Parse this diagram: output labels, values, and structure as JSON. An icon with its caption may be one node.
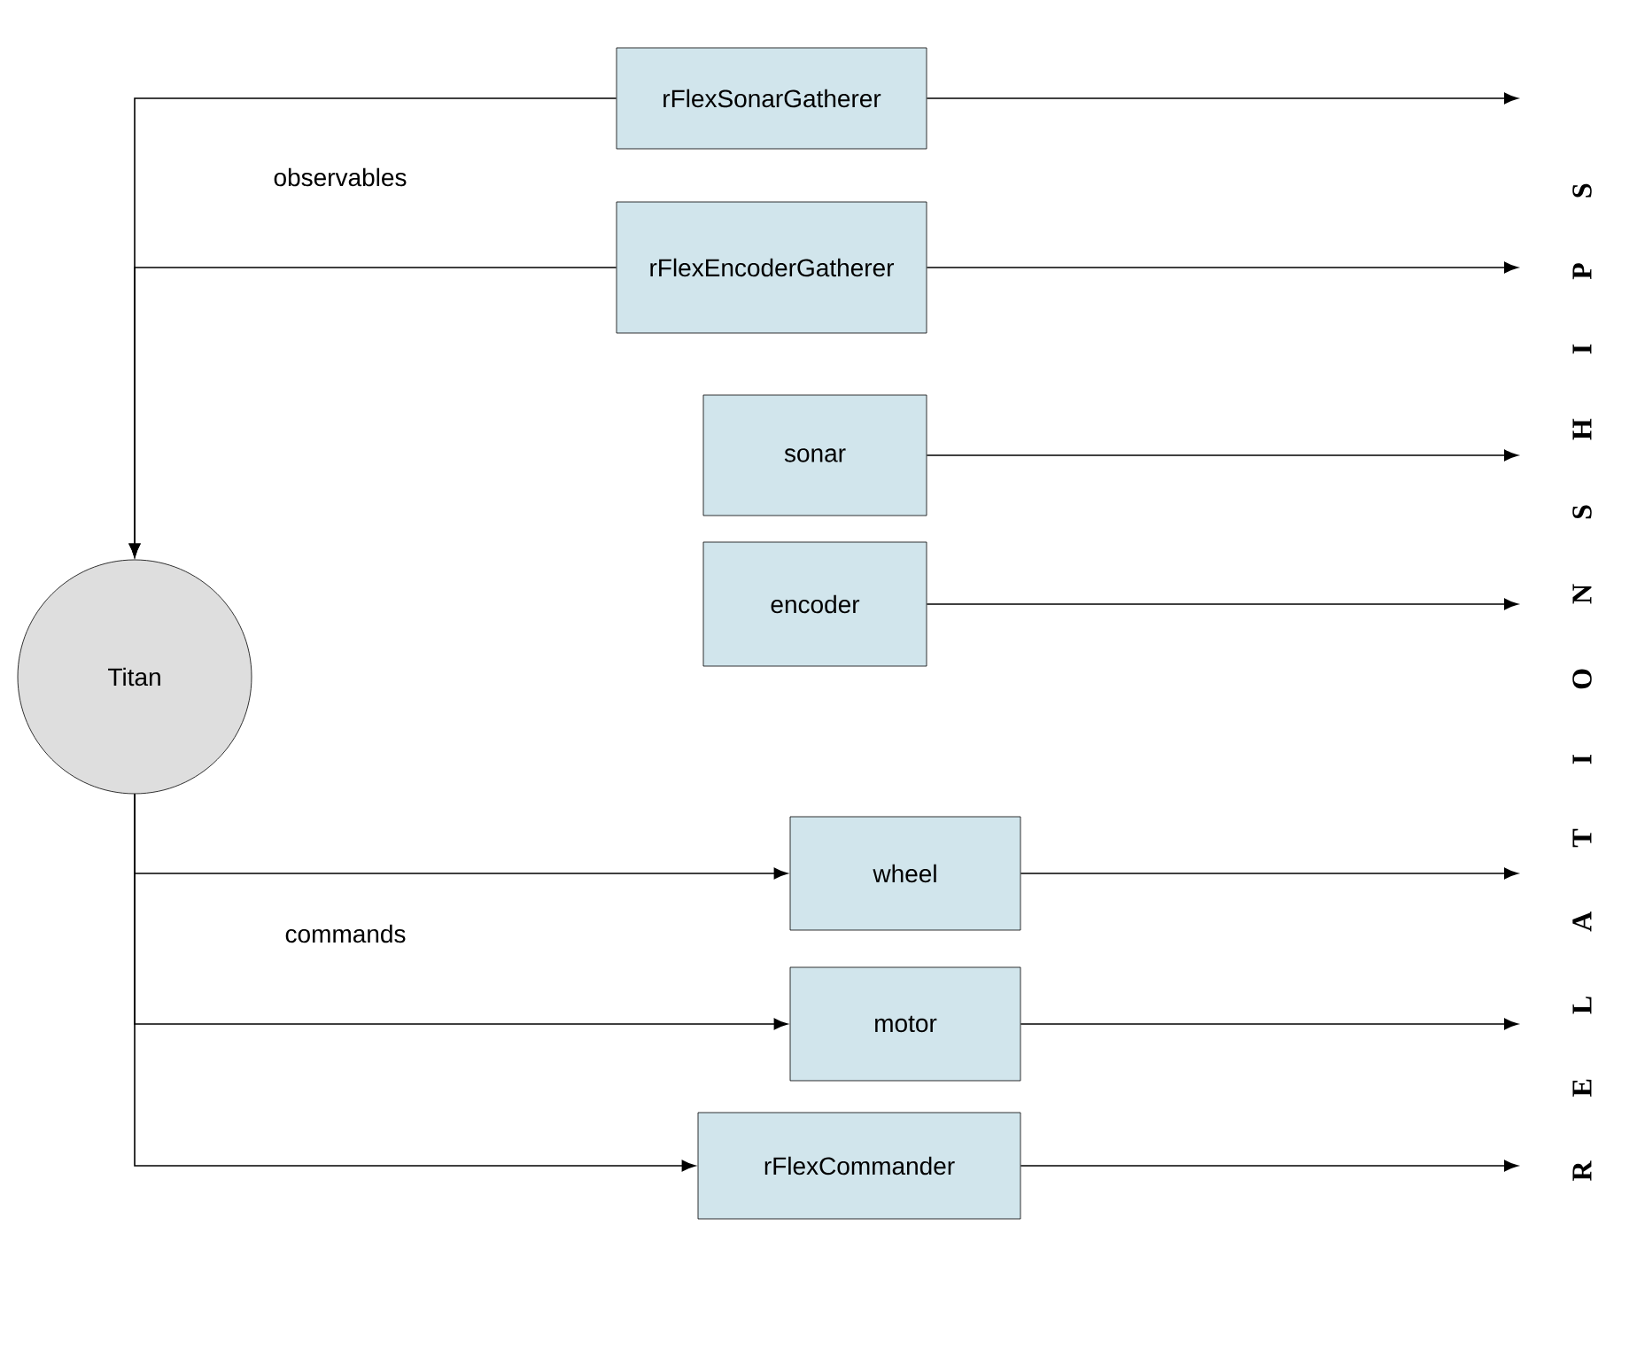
{
  "diagram": {
    "nodes": [
      {
        "text": [
          "rFlexSonarGatherer"
        ]
      },
      {
        "text": [
          "rFlexEncoderGatherer"
        ]
      },
      {
        "text": [
          "sonar"
        ]
      },
      {
        "text": [
          "encoder"
        ]
      },
      {
        "text": [
          "Titan"
        ]
      },
      {
        "text": [
          "wheel"
        ]
      },
      {
        "text": [
          "motor"
        ]
      },
      {
        "text": [
          "rFlexCommander"
        ]
      }
    ],
    "edges": [
      {
        "from": 0,
        "to": 4,
        "arrow": "to"
      },
      {
        "from": 1,
        "to": 4,
        "arrow": "to"
      },
      {
        "from": 4,
        "to": 5,
        "arrow": "to"
      },
      {
        "from": 4,
        "to": 6,
        "arrow": "to"
      },
      {
        "from": 4,
        "to": 7,
        "arrow": "to"
      },
      {
        "from": 0,
        "to": null,
        "arrow": "to"
      },
      {
        "from": 1,
        "to": null,
        "arrow": "to"
      },
      {
        "from": 2,
        "to": null,
        "arrow": "to"
      },
      {
        "from": 3,
        "to": null,
        "arrow": "to"
      },
      {
        "from": 5,
        "to": null,
        "arrow": "to"
      },
      {
        "from": 6,
        "to": null,
        "arrow": "to"
      },
      {
        "from": 7,
        "to": null,
        "arrow": "to"
      }
    ],
    "labels": [
      "observables",
      "commands",
      "R E L A T I O N S H I P S"
    ]
  }
}
